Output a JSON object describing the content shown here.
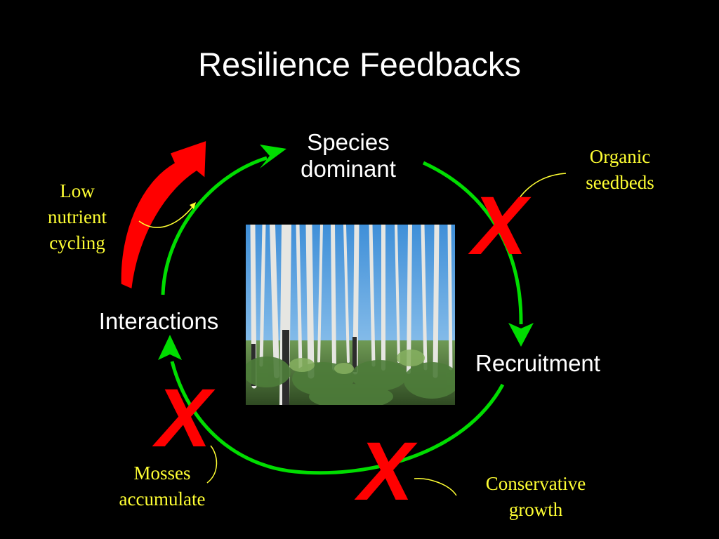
{
  "slide": {
    "title": "Resilience Feedbacks"
  },
  "cycle": {
    "nodes": {
      "species_dominant": {
        "line1": "Species",
        "line2": "dominant"
      },
      "recruitment": "Recruitment",
      "interactions": "Interactions"
    },
    "notes": {
      "low_nutrient_cycling": {
        "line1": "Low",
        "line2": "nutrient",
        "line3": "cycling"
      },
      "organic_seedbeds": {
        "line1": "Organic",
        "line2": "seedbeds"
      },
      "conservative_growth": {
        "line1": "Conservative",
        "line2": "growth"
      },
      "mosses_accumulate": {
        "line1": "Mosses",
        "line2": "accumulate"
      }
    },
    "blocked_mark": "X",
    "colors": {
      "cycle_arrow": "#00dd00",
      "blocked_mark": "#ff0000",
      "reinforcing_arrow": "#ff0000",
      "note_text": "#ffff33",
      "node_text": "#ffffff",
      "background": "#000000"
    },
    "photo": {
      "subject": "aspen-forest-photo"
    }
  }
}
